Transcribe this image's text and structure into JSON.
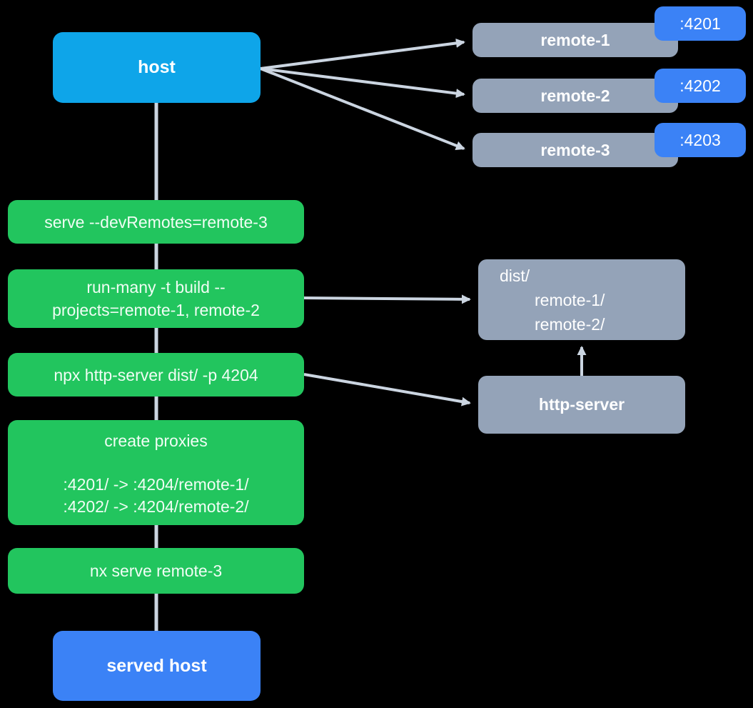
{
  "colors": {
    "bg": "#000000",
    "host": "#0ea5e9",
    "command": "#22c55e",
    "remote": "#94a3b8",
    "port": "#3b82f6",
    "served": "#3b82f6",
    "arrow": "#cbd5e1",
    "text": "#ffffff"
  },
  "nodes": {
    "host": {
      "label": "host"
    },
    "served_host": {
      "label": "served host"
    },
    "remotes": [
      {
        "label": "remote-1",
        "port": ":4201"
      },
      {
        "label": "remote-2",
        "port": ":4202"
      },
      {
        "label": "remote-3",
        "port": ":4203"
      }
    ],
    "commands": [
      {
        "lines": [
          "serve --devRemotes=remote-3"
        ]
      },
      {
        "lines": [
          "run-many -t build --",
          "projects=remote-1, remote-2"
        ]
      },
      {
        "lines": [
          "npx http-server dist/ -p 4204"
        ]
      },
      {
        "title": "create proxies",
        "rules": [
          ":4201/ -> :4204/remote-1/",
          ":4202/ -> :4204/remote-2/"
        ]
      },
      {
        "lines": [
          "nx serve remote-3"
        ]
      }
    ],
    "dist": {
      "lines": [
        "dist/",
        "remote-1/",
        "remote-2/"
      ]
    },
    "http_server": {
      "label": "http-server"
    }
  }
}
